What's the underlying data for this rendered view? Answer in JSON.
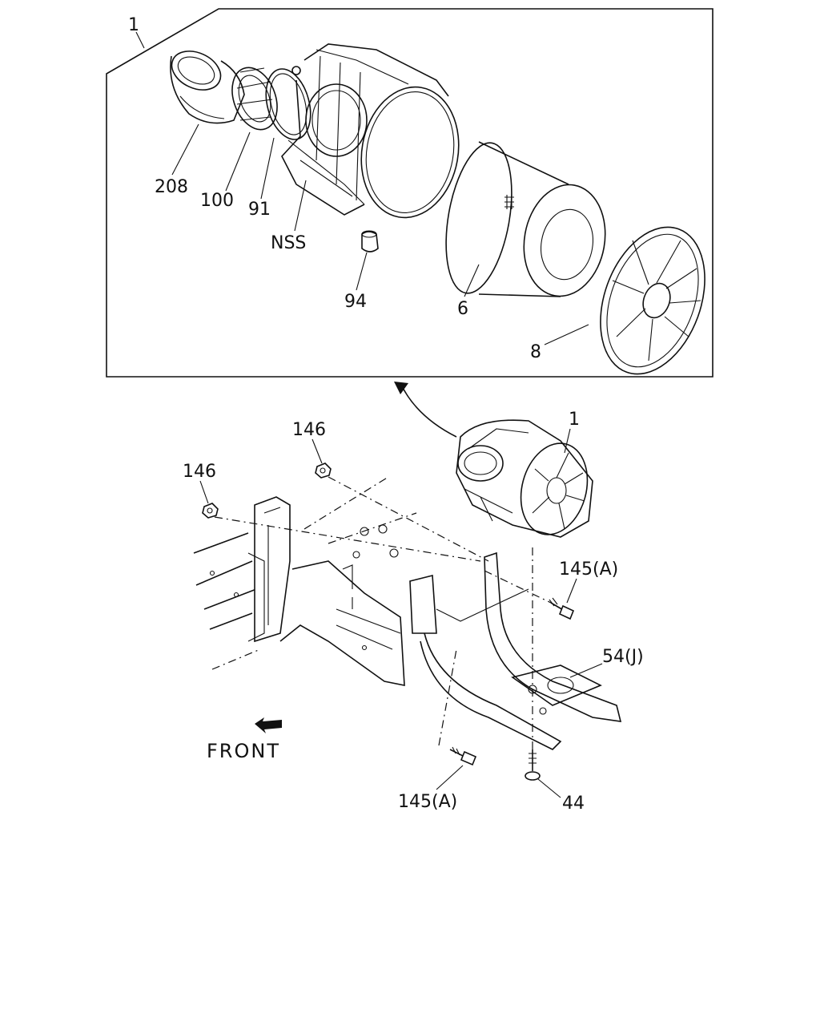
{
  "callouts": {
    "assembly_top": "1",
    "duct": "208",
    "hose": "100",
    "clamp": "91",
    "housing": "NSS",
    "valve": "94",
    "element": "6",
    "cover": "8",
    "assembly_bottom": "1",
    "nut_left": "146",
    "nut_right": "146",
    "bolt_upper": "145(A)",
    "bracket": "54(J)",
    "bolt_lower": "145(A)",
    "bolt_bottom": "44"
  },
  "direction_label": "FRONT"
}
